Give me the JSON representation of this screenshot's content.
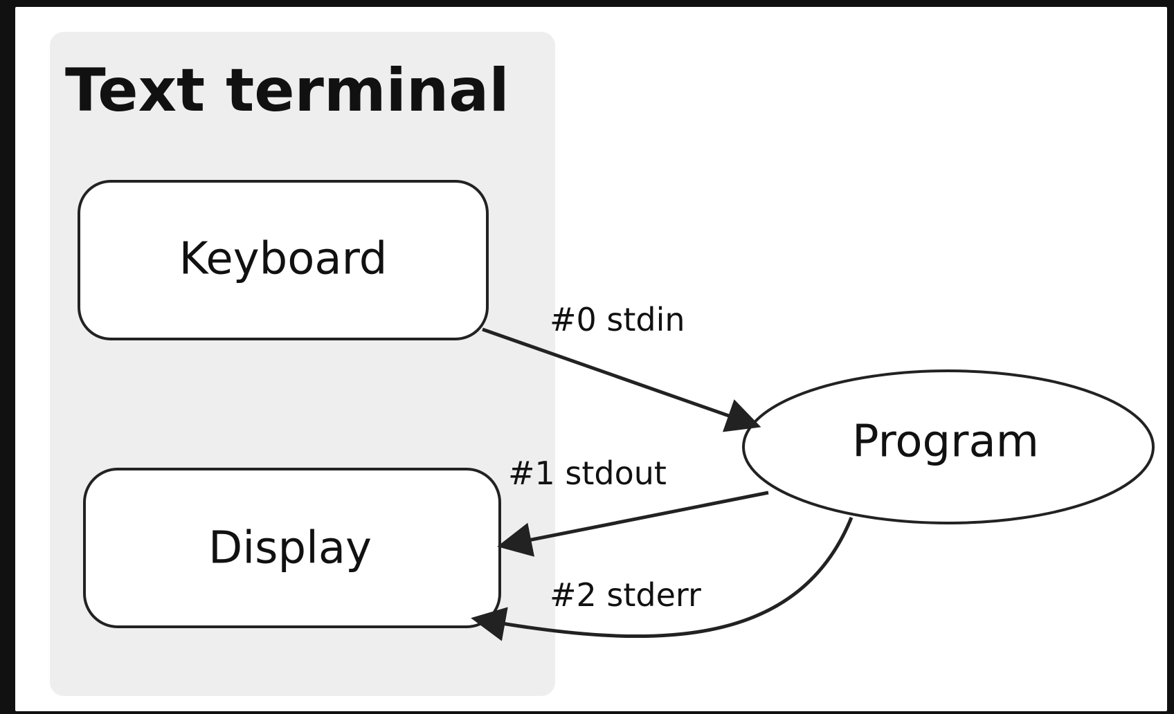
{
  "diagram": {
    "cluster": {
      "label": "Text terminal"
    },
    "nodes": {
      "keyboard": {
        "label": "Keyboard"
      },
      "display": {
        "label": "Display"
      },
      "program": {
        "label": "Program"
      }
    },
    "edges": {
      "stdin": {
        "label": "#0 stdin",
        "from": "Keyboard",
        "to": "Program"
      },
      "stdout": {
        "label": "#1 stdout",
        "from": "Program",
        "to": "Display"
      },
      "stderr": {
        "label": "#2 stderr",
        "from": "Program",
        "to": "Display"
      }
    },
    "colors": {
      "cluster_fill": "#eeeeee",
      "stroke": "#222222",
      "node_fill": "#ffffff",
      "frame": "#111111",
      "background": "#ffffff"
    }
  }
}
